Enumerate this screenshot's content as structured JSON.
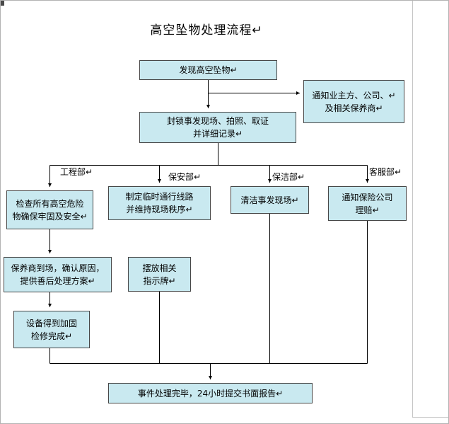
{
  "page": {
    "title": "高空坠物处理流程↵"
  },
  "colors": {
    "box_fill": "#c9e9f0",
    "box_border": "#474747",
    "connector_line": "#000000",
    "page_margin_line": "#c6c6c6"
  },
  "branch_labels": {
    "engineering": "工程部↵",
    "security": "保安部↵",
    "cleaning": "保洁部↵",
    "customer_service": "客服部↵"
  },
  "nodes": {
    "discover": {
      "label": "发现高空坠物↵"
    },
    "notify_owner": {
      "label": "通知业主方、公司、↵\n及相关保养商↵"
    },
    "seal_scene": {
      "label": "封锁事发现场、拍照、取证\n并详细记录↵"
    },
    "check_danger": {
      "label": "检查所有高空危险\n物确保牢固及安全↵"
    },
    "temp_route": {
      "label": "制定临时通行线路\n并维持现场秩序↵"
    },
    "clean_scene": {
      "label": "清洁事发现场↵"
    },
    "notify_insurance": {
      "label": "通知保险公司\n理赔↵"
    },
    "vendor_onsite": {
      "label": "保养商到场，确认原因，\n提供善后处理方案↵"
    },
    "place_signs": {
      "label": "摆放相关\n指示牌↵"
    },
    "equipment_fixed": {
      "label": "设备得到加固\n检修完成↵"
    },
    "final_report": {
      "label": "事件处理完毕，24小时提交书面报告↵"
    }
  }
}
